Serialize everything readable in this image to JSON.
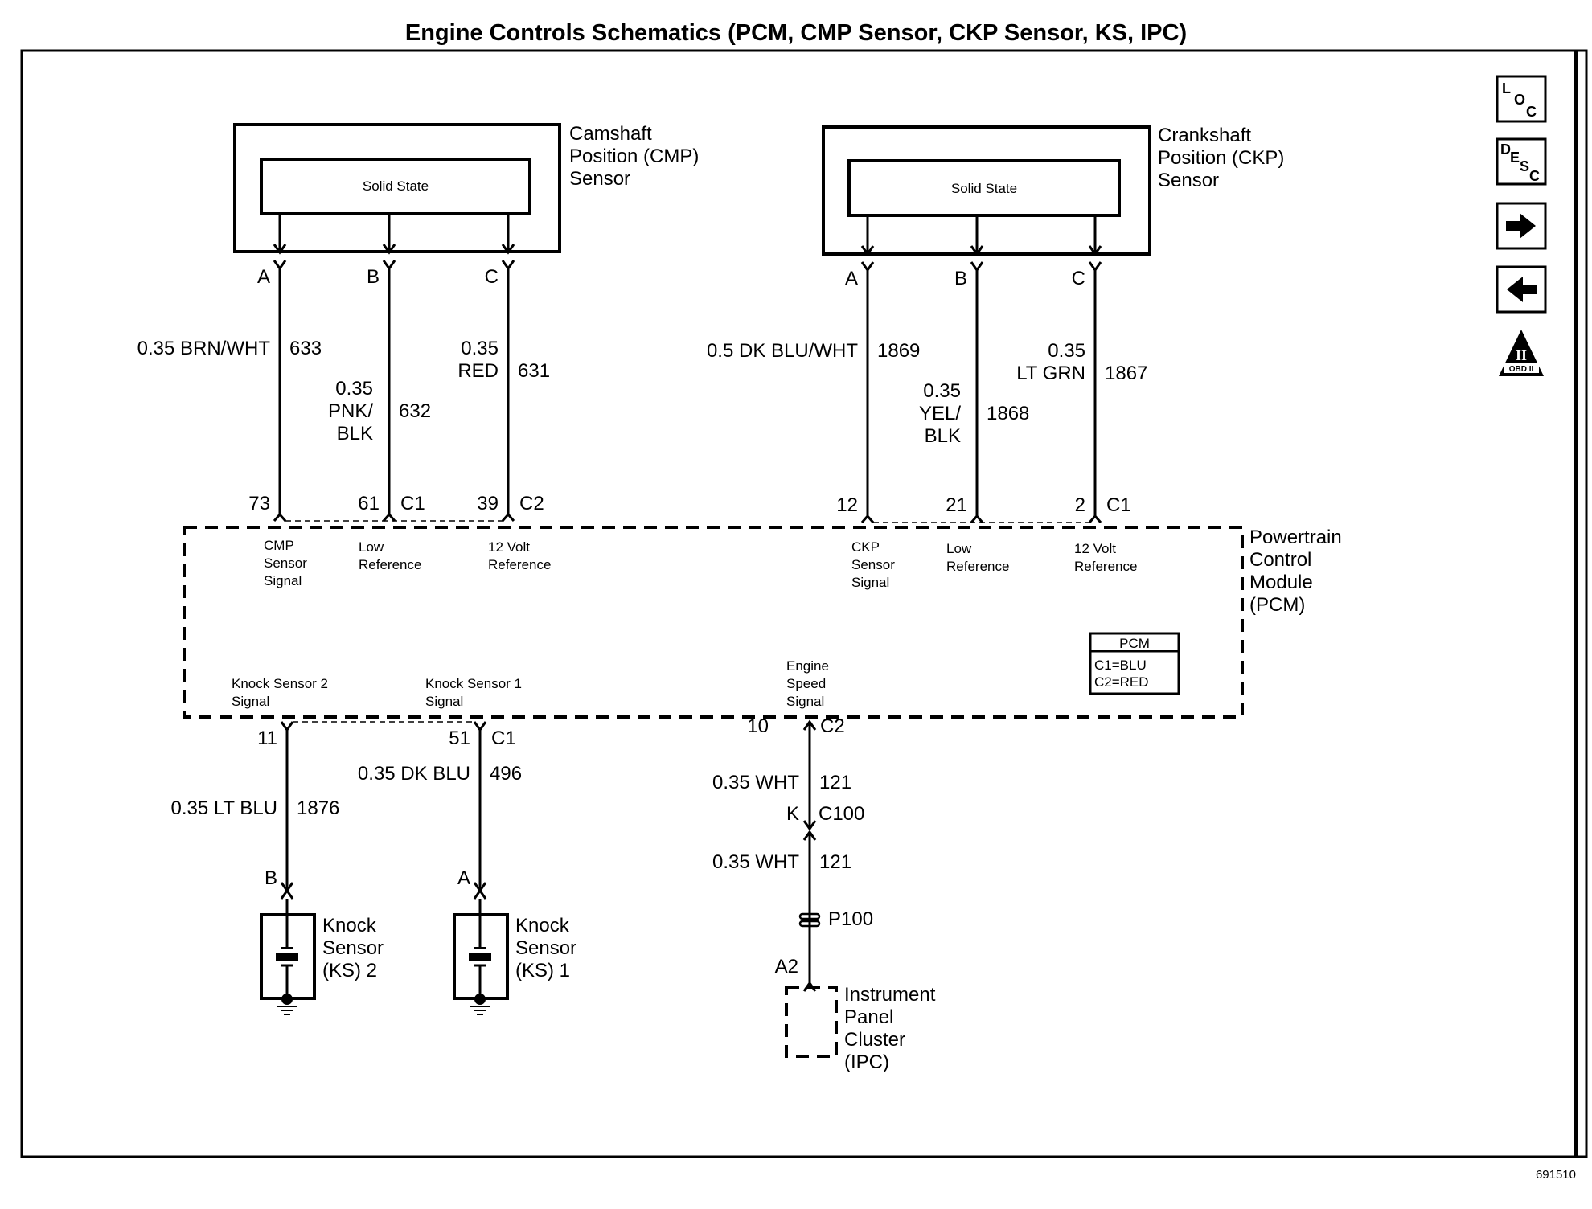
{
  "title": "Engine Controls Schematics (PCM, CMP Sensor, CKP Sensor, KS, IPC)",
  "figure_id": "691510",
  "side_icons": {
    "loc": {
      "l1": "L",
      "l2": "O",
      "l3": "C"
    },
    "desc": {
      "l1": "D",
      "l2": "E",
      "l3": "S",
      "l4": "C"
    },
    "obd": {
      "numeral": "II",
      "label": "OBD II"
    }
  },
  "cmp_sensor": {
    "name_lines": [
      "Camshaft",
      "Position (CMP)",
      "Sensor"
    ],
    "inner_label": "Solid State",
    "pins": [
      "A",
      "B",
      "C"
    ]
  },
  "ckp_sensor": {
    "name_lines": [
      "Crankshaft",
      "Position (CKP)",
      "Sensor"
    ],
    "inner_label": "Solid State",
    "pins": [
      "A",
      "B",
      "C"
    ]
  },
  "cmp_wires": [
    {
      "gauge_color_lines": [
        "0.35 BRN/WHT"
      ],
      "circuit": "633",
      "pcm_pin": "73",
      "connector": ""
    },
    {
      "gauge_color_lines": [
        "0.35",
        "PNK/",
        "BLK"
      ],
      "circuit": "632",
      "pcm_pin": "61",
      "connector": "C1"
    },
    {
      "gauge_color_lines": [
        "0.35",
        "RED"
      ],
      "circuit": "631",
      "pcm_pin": "39",
      "connector": "C2"
    }
  ],
  "ckp_wires": [
    {
      "gauge_color_lines": [
        "0.5 DK BLU/WHT"
      ],
      "circuit": "1869",
      "pcm_pin": "12",
      "connector": ""
    },
    {
      "gauge_color_lines": [
        "0.35",
        "YEL/",
        "BLK"
      ],
      "circuit": "1868",
      "pcm_pin": "21",
      "connector": ""
    },
    {
      "gauge_color_lines": [
        "0.35",
        "LT GRN"
      ],
      "circuit": "1867",
      "pcm_pin": "2",
      "connector": "C1"
    }
  ],
  "pcm": {
    "name_lines": [
      "Powertrain",
      "Control",
      "Module",
      "(PCM)"
    ],
    "upper_functions": [
      [
        "CMP",
        "Sensor",
        "Signal"
      ],
      [
        "Low",
        "Reference"
      ],
      [
        "12 Volt",
        "Reference"
      ],
      [
        "CKP",
        "Sensor",
        "Signal"
      ],
      [
        "Low",
        "Reference"
      ],
      [
        "12 Volt",
        "Reference"
      ]
    ],
    "lower_functions": [
      [
        "Knock Sensor 2",
        "Signal"
      ],
      [
        "Knock Sensor 1",
        "Signal"
      ],
      [
        "Engine",
        "Speed",
        "Signal"
      ]
    ],
    "legend": {
      "header": "PCM",
      "rows": [
        "C1=BLU",
        "C2=RED"
      ]
    }
  },
  "ks_wires": [
    {
      "pcm_pin": "11",
      "connector": "",
      "gauge_color": "0.35 LT BLU",
      "circuit": "1876",
      "sensor_pin": "B"
    },
    {
      "pcm_pin": "51",
      "connector": "C1",
      "gauge_color": "0.35 DK BLU",
      "circuit": "496",
      "sensor_pin": "A"
    }
  ],
  "knock_sensors": [
    {
      "name_lines": [
        "Knock",
        "Sensor",
        "(KS) 2"
      ]
    },
    {
      "name_lines": [
        "Knock",
        "Sensor",
        "(KS) 1"
      ]
    }
  ],
  "ipc_circuit": {
    "pcm_pin": "10",
    "connector": "C2",
    "seg1_gauge_color": "0.35 WHT",
    "seg1_circuit": "121",
    "inline_pin": "K",
    "inline_connector": "C100",
    "seg2_gauge_color": "0.35 WHT",
    "seg2_circuit": "121",
    "splice": "P100",
    "ipc_pin": "A2",
    "ipc_name_lines": [
      "Instrument",
      "Panel",
      "Cluster",
      "(IPC)"
    ]
  }
}
